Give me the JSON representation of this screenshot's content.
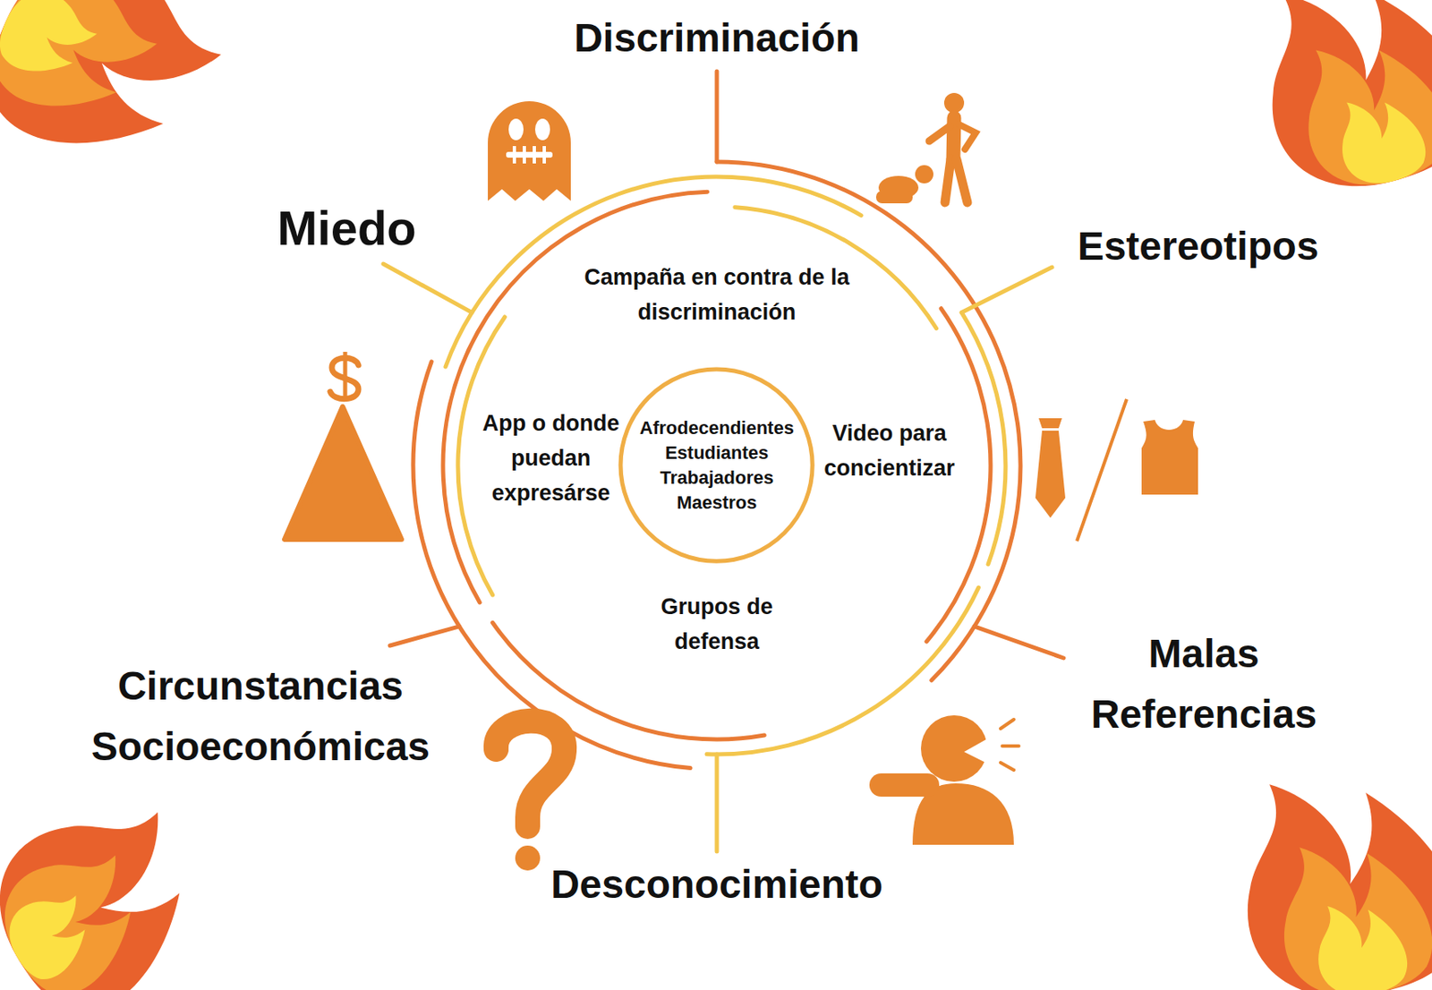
{
  "diagram": {
    "nodes": [
      {
        "text": [
          "Afrodecendientes Estudiantes Trabajadores Maestros"
        ]
      }
    ],
    "labels": [
      "Discriminación",
      "Miedo",
      "Estereotipos",
      "Campaña en contra de la discriminación",
      "App o donde puedan expresárse",
      "Video para concientizar",
      "Grupos de defensa",
      "Circunstancias Socioeconómicas",
      "Malas Referencias",
      "Desconocimiento"
    ]
  }
}
